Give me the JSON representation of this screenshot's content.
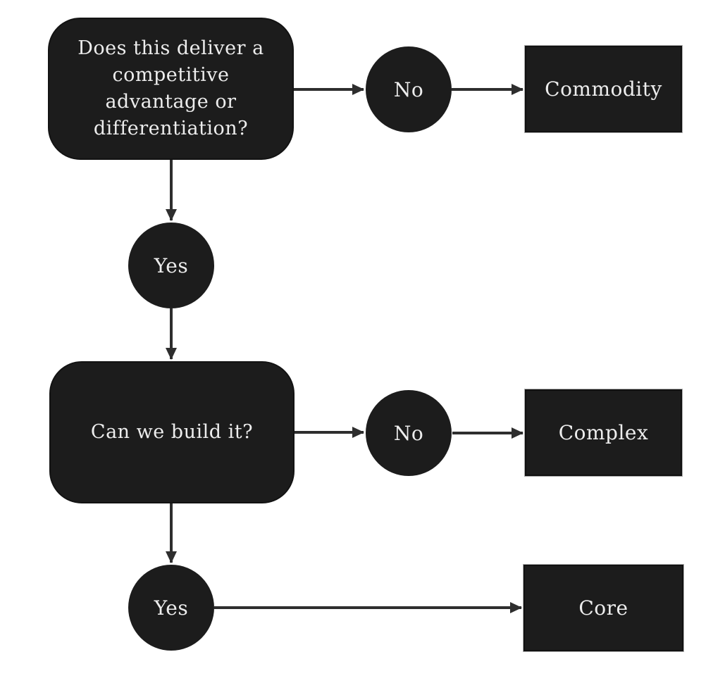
{
  "diagram": {
    "title": "build-vs-buy decision flowchart",
    "colors": {
      "node_fill": "#1c1c1c",
      "node_text": "#ededed",
      "arrow": "#2e2e2e",
      "rect_inner_border": "#111111",
      "rect_outer_border": "#ababab",
      "background": "#ffffff"
    },
    "nodes": {
      "question1": {
        "label": "Does this deliver a\ncompetitive\nadvantage or\ndifferentiation?",
        "shape": "rounded-rect"
      },
      "no1": {
        "label": "No",
        "shape": "circle"
      },
      "commodity": {
        "label": "Commodity",
        "shape": "rect"
      },
      "yes1": {
        "label": "Yes",
        "shape": "circle"
      },
      "question2": {
        "label": "Can we build it?",
        "shape": "rounded-rect"
      },
      "no2": {
        "label": "No",
        "shape": "circle"
      },
      "complex": {
        "label": "Complex",
        "shape": "rect"
      },
      "yes2": {
        "label": "Yes",
        "shape": "circle"
      },
      "core": {
        "label": "Core",
        "shape": "rect"
      }
    },
    "edges": [
      {
        "from": "question1",
        "to": "no1"
      },
      {
        "from": "no1",
        "to": "commodity"
      },
      {
        "from": "question1",
        "to": "yes1"
      },
      {
        "from": "yes1",
        "to": "question2"
      },
      {
        "from": "question2",
        "to": "no2"
      },
      {
        "from": "no2",
        "to": "complex"
      },
      {
        "from": "question2",
        "to": "yes2"
      },
      {
        "from": "yes2",
        "to": "core"
      }
    ]
  }
}
